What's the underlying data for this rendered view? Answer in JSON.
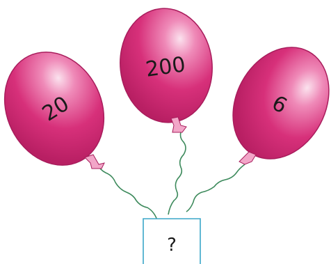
{
  "balloons": [
    {
      "label": "20"
    },
    {
      "label": "200"
    },
    {
      "label": "6"
    }
  ],
  "box": {
    "label": "?"
  },
  "colors": {
    "balloon": "#d7307a",
    "balloon_highlight": "#f6bcd6",
    "balloon_outline": "#a81d5c",
    "knot": "#f2a6c8",
    "string": "#3d8a5c",
    "box_border": "#3aa6c8"
  }
}
